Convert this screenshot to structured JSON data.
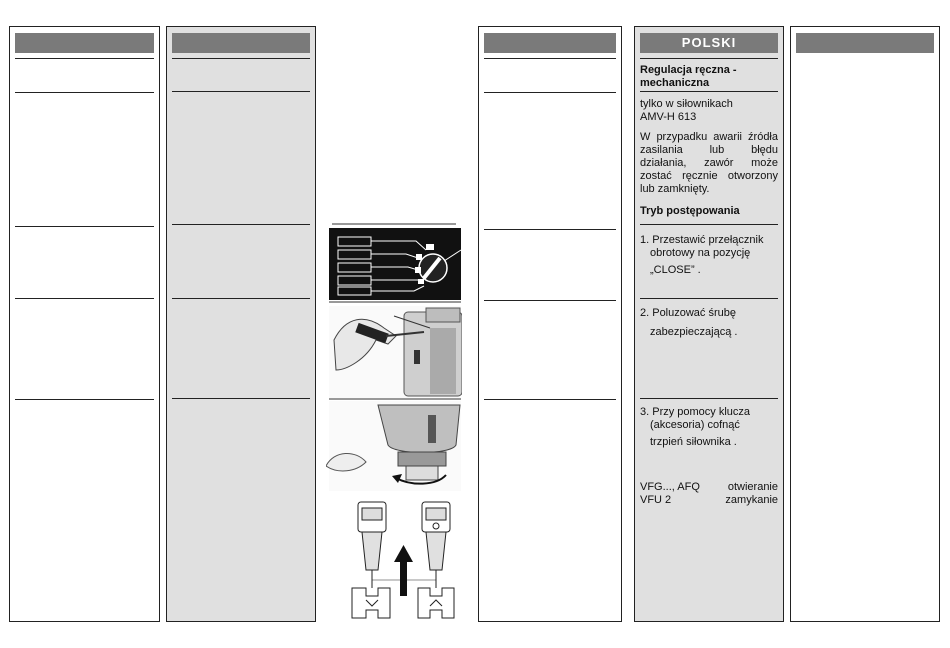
{
  "header": {
    "language": "POLSKI"
  },
  "section": {
    "title": "Regulacja ręczna - mechaniczna",
    "note": "tylko w siłownikach AMV-H 613",
    "intro": "W przypadku awarii źródła zasilania lub błędu działania, zawór może zostać ręcznie otworzony lub zamknięty.",
    "procedure_title": "Tryb postępowania"
  },
  "steps": [
    {
      "line1": "1. Przestawić przełącznik",
      "line2": "obrotowy na pozycję",
      "line3": "„CLOSE”      ."
    },
    {
      "line1": "2. Poluzować śrubę",
      "line2": "zabezpieczającą      ."
    },
    {
      "line1": "3. Przy pomocy klucza",
      "line2": "(akcesoria) cofnąć",
      "line3": "trzpień siłownika      ."
    }
  ],
  "valves": [
    {
      "name": "VFG..., AFQ",
      "action": "otwieranie"
    },
    {
      "name": "VFU 2",
      "action": "zamykanie"
    }
  ]
}
